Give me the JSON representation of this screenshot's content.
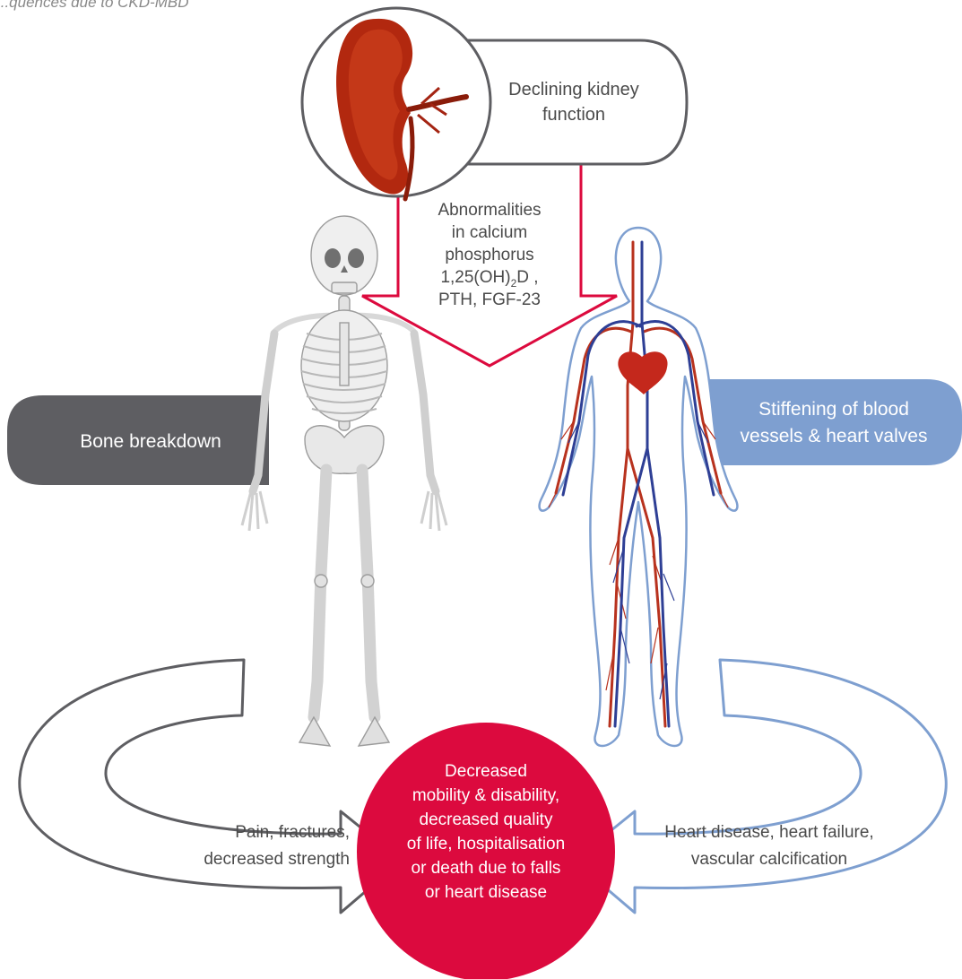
{
  "header": {
    "caption_fragment": "...quences due to CKD-MBD"
  },
  "kidney": {
    "label_line1": "Declining kidney",
    "label_line2": "function"
  },
  "abnormalities": {
    "line1": "Abnormalities",
    "line2": "in calcium",
    "line3": "phosphorus",
    "line4_main": "1,25(OH)",
    "line4_sub": "2",
    "line4_end": "D ,",
    "line5": "PTH, FGF-23"
  },
  "left_box": {
    "label": "Bone breakdown"
  },
  "right_box": {
    "label_line1": "Stiffening of blood",
    "label_line2": "vessels & heart valves"
  },
  "left_outcome": {
    "line1": "Pain, fractures,",
    "line2": "decreased strength"
  },
  "right_outcome": {
    "line1": "Heart disease, heart failure,",
    "line2": "vascular calcification"
  },
  "center_outcome": {
    "line1": "Decreased",
    "line2": "mobility & disability,",
    "line3": "decreased quality",
    "line4": "of life, hospitalisation",
    "line5": "or death due to falls",
    "line6": "or heart disease"
  },
  "colors": {
    "grey_box": "#5e5e62",
    "blue_box": "#7e9fd0",
    "crimson": "#dc0a3e",
    "kidney": "#b2280f",
    "artery": "#b8321e",
    "vein": "#2e3f95",
    "outline_grey": "#5e5e62",
    "outline_blue": "#7e9fd0",
    "bone": "#e4e4e4"
  },
  "icons": [
    "kidney-icon",
    "skeleton-icon",
    "circulatory-system-icon",
    "heart-icon"
  ]
}
